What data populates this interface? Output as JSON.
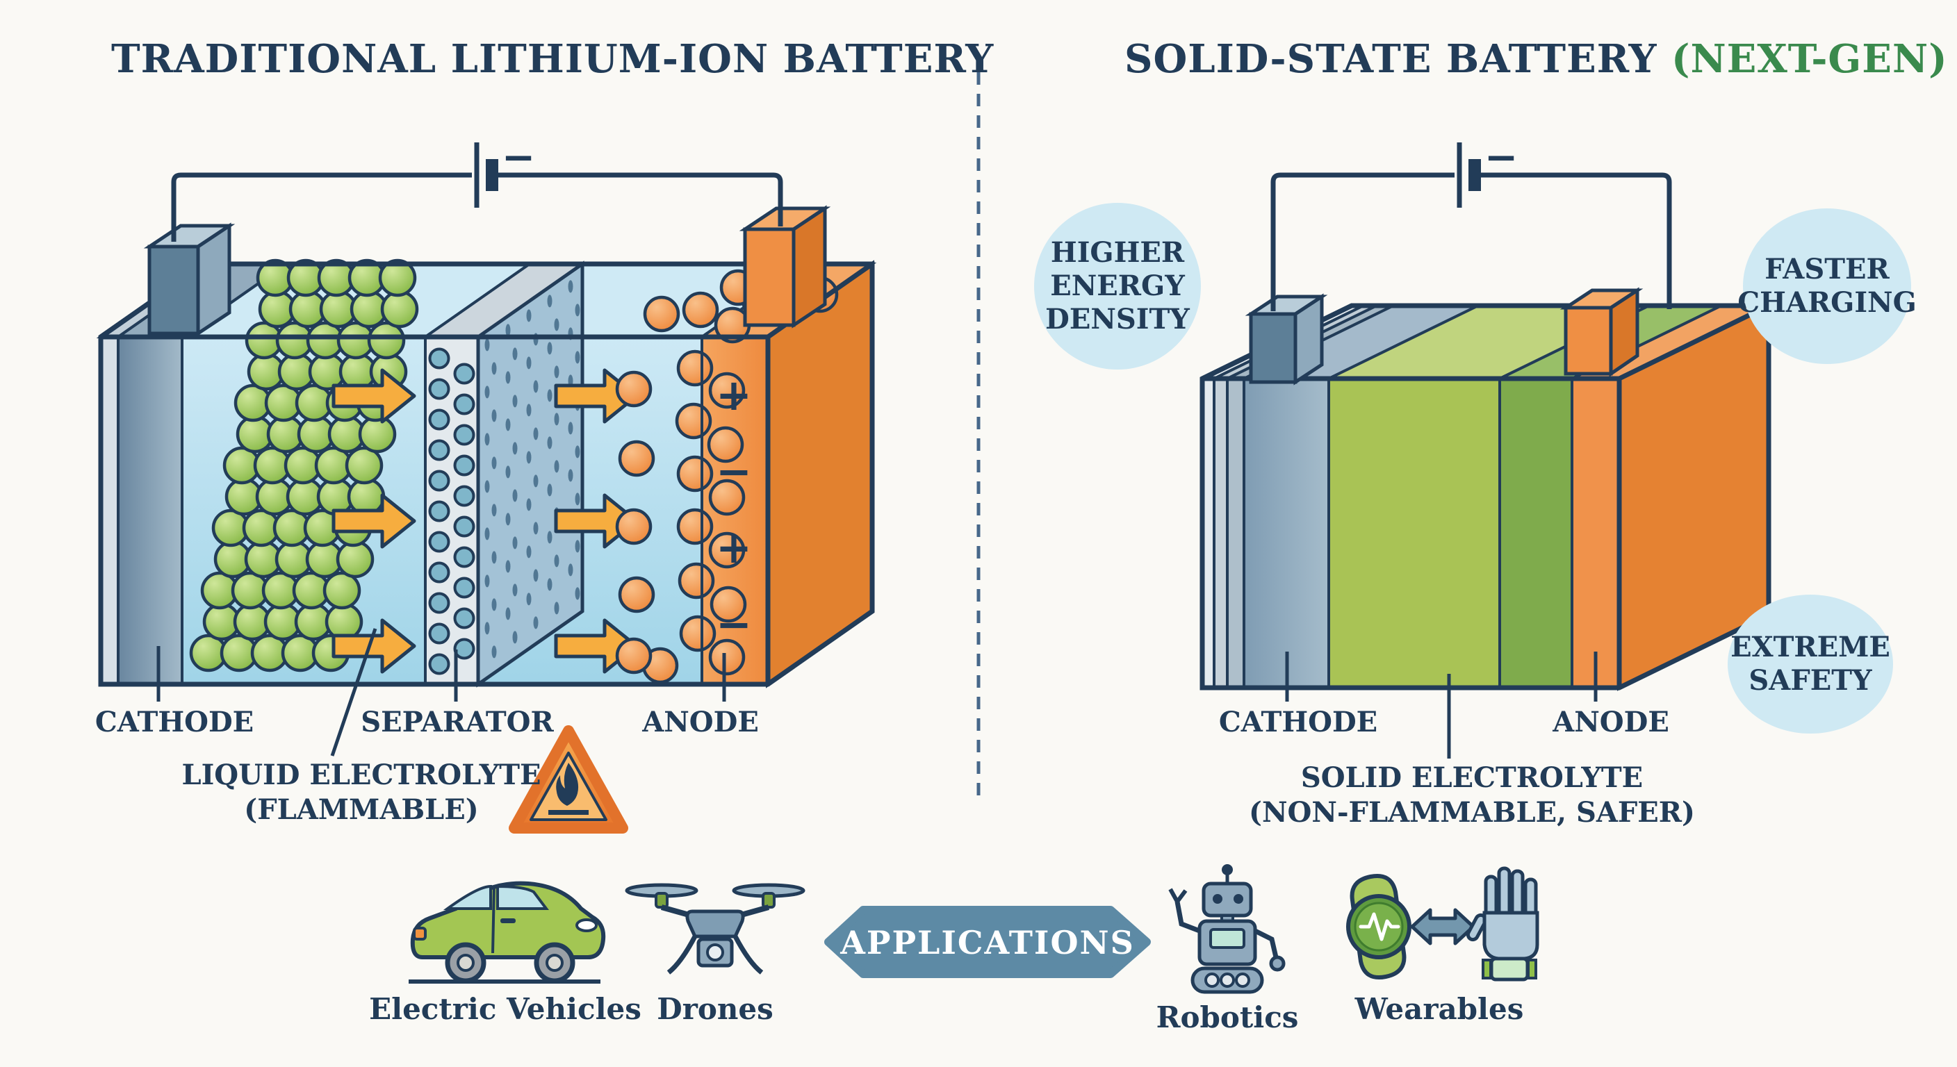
{
  "background_color": "#faf9f5",
  "titles": {
    "left": "TRADITIONAL LITHIUM-ION BATTERY",
    "right": "SOLID-STATE BATTERY",
    "right_accent": "(NEXT-GEN)",
    "title_color": "#223c58",
    "accent_color": "#3a8a4d"
  },
  "left_diagram": {
    "cathode_label": "CATHODE",
    "separator_label": "SEPARATOR",
    "anode_label": "ANODE",
    "electrolyte_label_line1": "LIQUID ELECTROLYTE",
    "electrolyte_label_line2": "(FLAMMABLE)",
    "battery_terminal_sign": "−",
    "anode_polarity": [
      "+",
      "−",
      "+",
      "−"
    ],
    "hazard_icon": "flammable-warning-triangle-icon"
  },
  "right_diagram": {
    "cathode_label": "CATHODE",
    "anode_label": "ANODE",
    "electrolyte_label_line1": "SOLID ELECTROLYTE",
    "electrolyte_label_line2": "(NON-FLAMMABLE, SAFER)",
    "battery_terminal_sign": "−",
    "benefits": [
      {
        "lines": [
          "HIGHER",
          "ENERGY",
          "DENSITY"
        ]
      },
      {
        "lines": [
          "FASTER",
          "CHARGING"
        ]
      },
      {
        "lines": [
          "EXTREME",
          "SAFETY"
        ]
      }
    ],
    "benefit_bubble_color": "#cfe9f3"
  },
  "applications": {
    "banner_label": "APPLICATIONS",
    "banner_color": "#5d8aa5",
    "items": [
      {
        "label": "Electric Vehicles",
        "icon": "electric-car-icon"
      },
      {
        "label": "Drones",
        "icon": "drone-icon"
      },
      {
        "label": "Robotics",
        "icon": "robot-icon"
      },
      {
        "label": "Wearables",
        "icon": "smartwatch-hand-icon"
      }
    ]
  },
  "colors": {
    "outline_navy": "#223c58",
    "lithium_ion_green": "#8cbc45",
    "ion_orange": "#ee8433",
    "anode_orange": "#f0924b",
    "cathode_blue": "#7d99af",
    "liquid_electrolyte_blue": "#bfe3f1",
    "solid_electrolyte_green": "#a9c355",
    "steel_blue": "#5d8aa5"
  }
}
